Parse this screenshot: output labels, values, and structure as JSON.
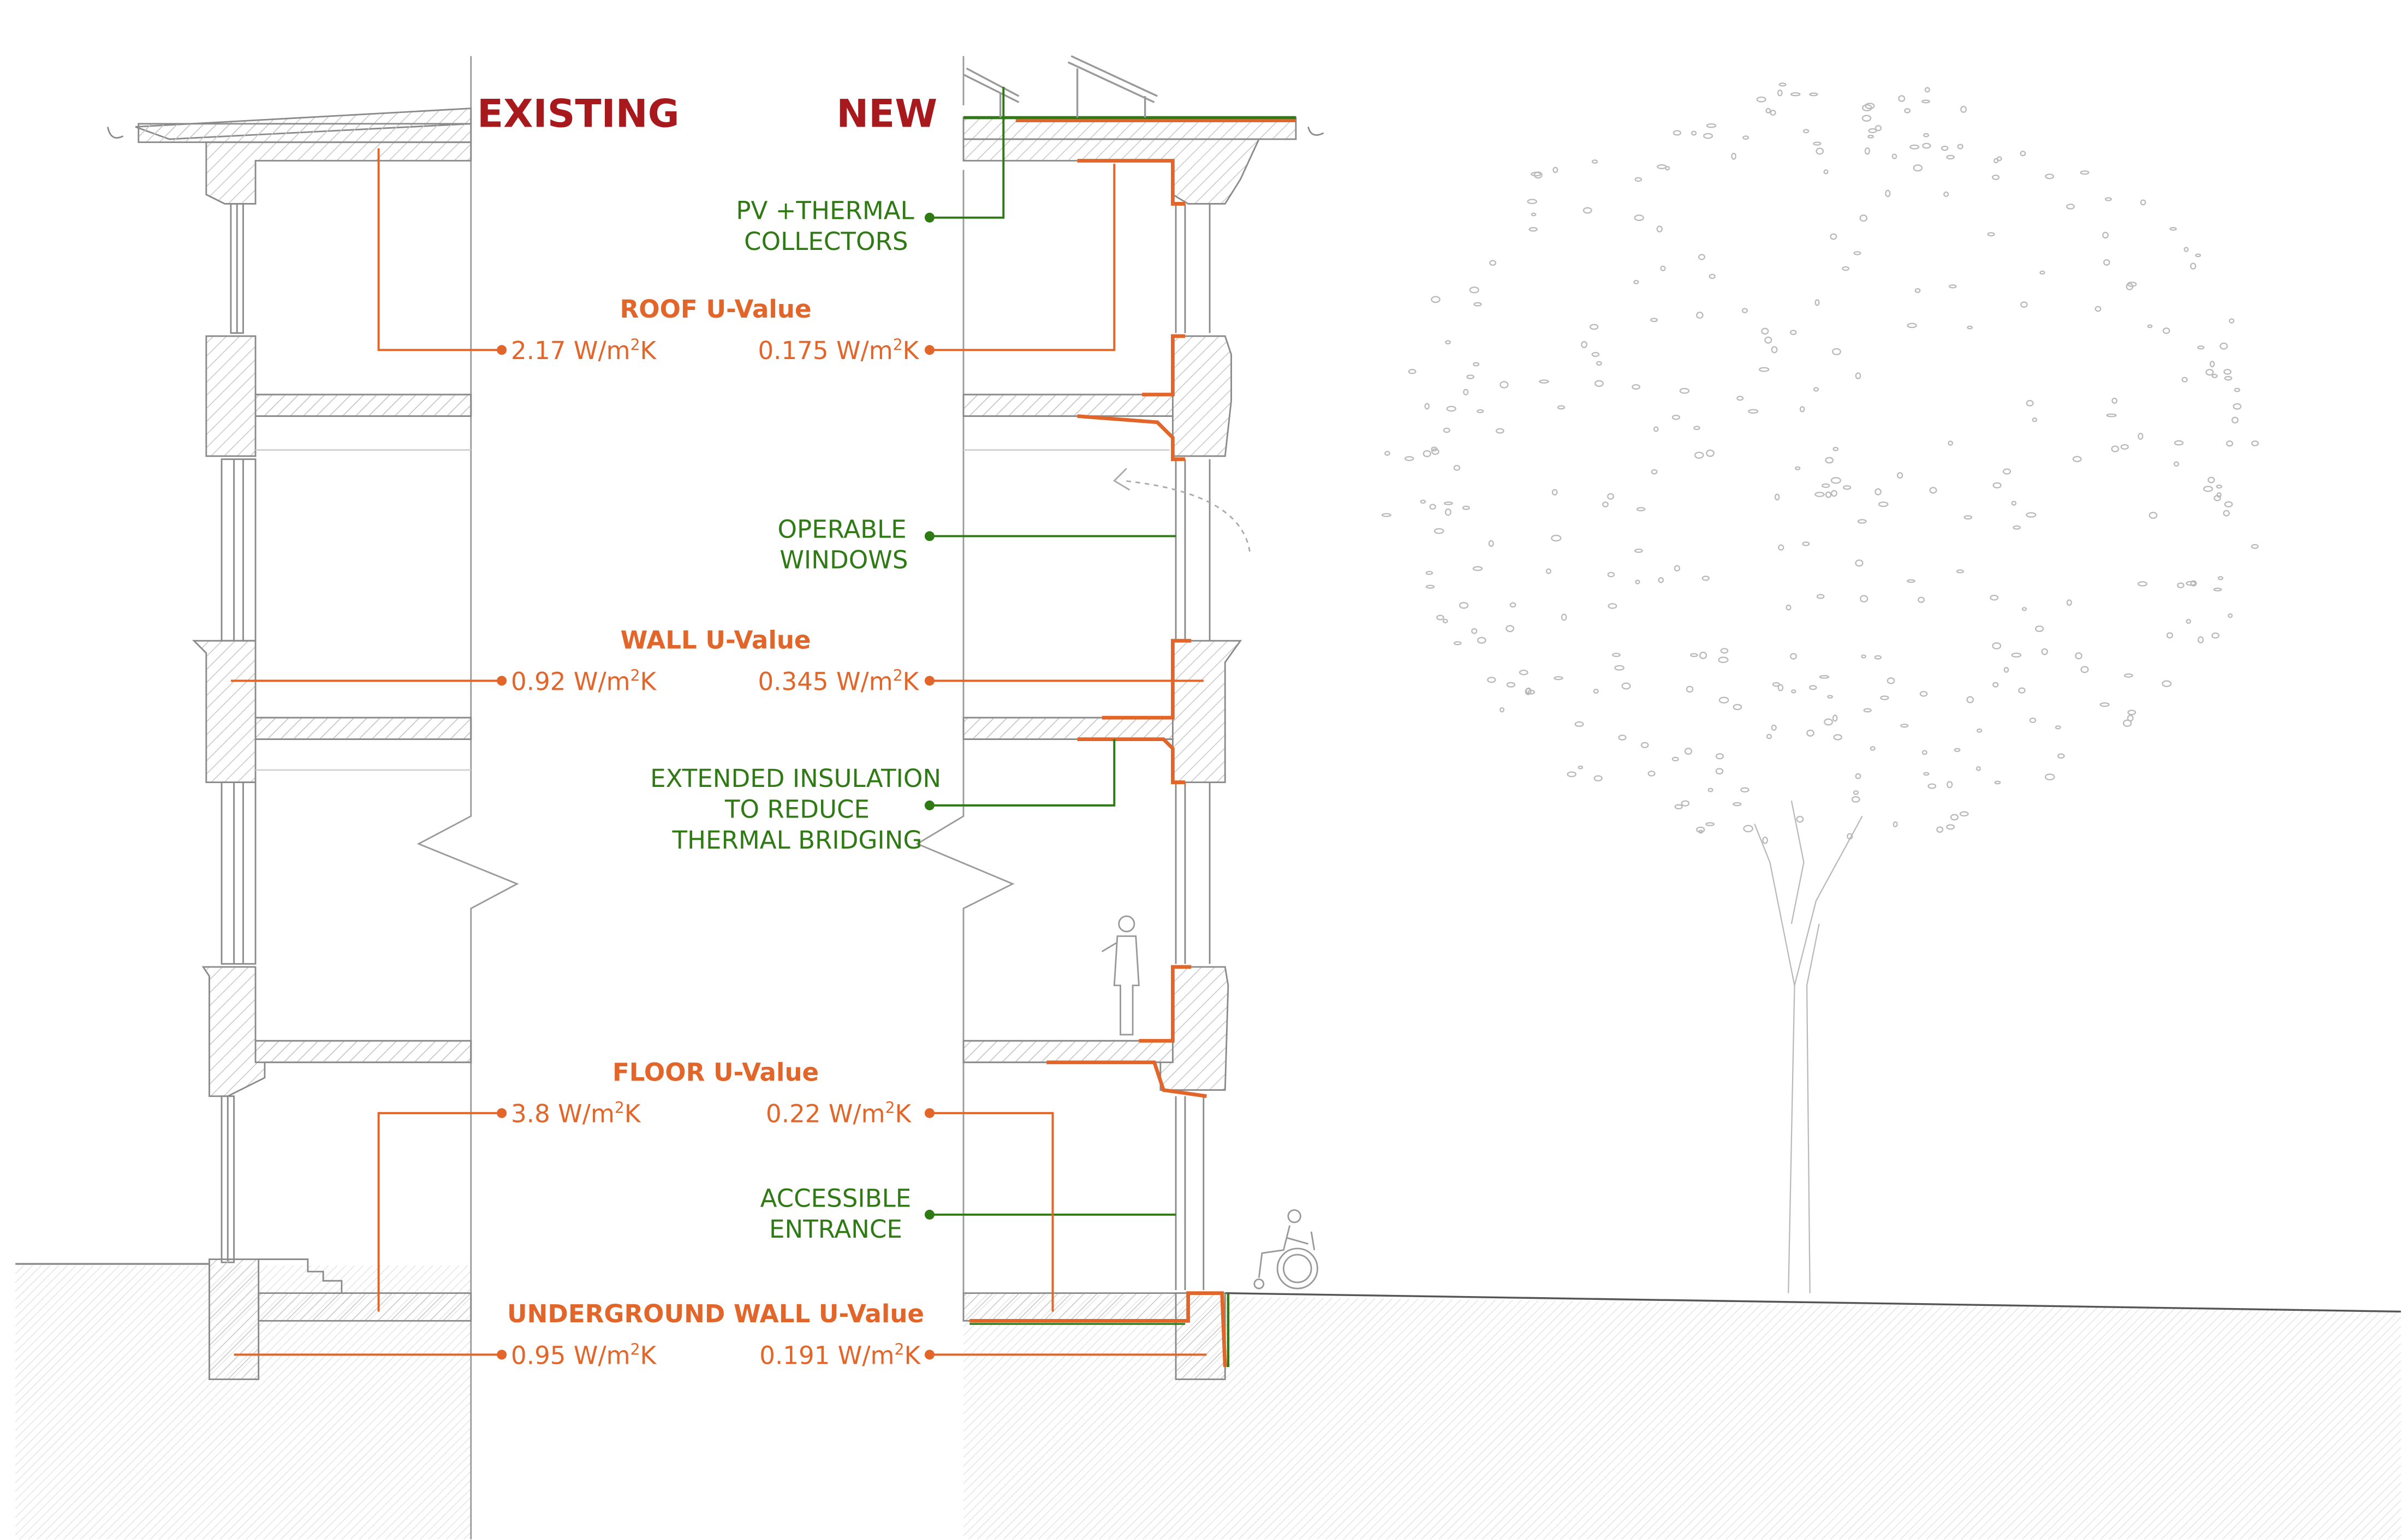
{
  "colors": {
    "header_red": "#a8191d",
    "value_orange": "#e2662a",
    "label_green": "#2f7a14",
    "structure_gray": "#8a8a8a",
    "hatch_gray": "#c9c9c9",
    "tree_gray": "#b8b8b8"
  },
  "headers": {
    "existing": "EXISTING",
    "new": "NEW"
  },
  "green_labels": {
    "pv_line1": "PV +THERMAL",
    "pv_line2": "COLLECTORS",
    "windows_line1": "OPERABLE",
    "windows_line2": "WINDOWS",
    "insulation_line1": "EXTENDED INSULATION",
    "insulation_line2": "TO REDUCE",
    "insulation_line3": "THERMAL BRIDGING",
    "entrance_line1": "ACCESSIBLE",
    "entrance_line2": "ENTRANCE"
  },
  "u_values": {
    "roof": {
      "title": "ROOF U-Value",
      "existing_num": "2.17",
      "new_num": "0.175"
    },
    "wall": {
      "title": "WALL U-Value",
      "existing_num": "0.92",
      "new_num": "0.345"
    },
    "floor": {
      "title": "FLOOR U-Value",
      "existing_num": "3.8",
      "new_num": "0.22"
    },
    "underground": {
      "title": "UNDERGROUND WALL U-Value",
      "existing_num": "0.95",
      "new_num": "0.191"
    },
    "unit_prefix": "W/m",
    "unit_sup": "2",
    "unit_suffix": "K"
  },
  "icons": [
    "person-icon",
    "wheelchair-user-icon",
    "tree-icon",
    "pv-panel-icon",
    "gutter-icon",
    "break-line-icon"
  ]
}
